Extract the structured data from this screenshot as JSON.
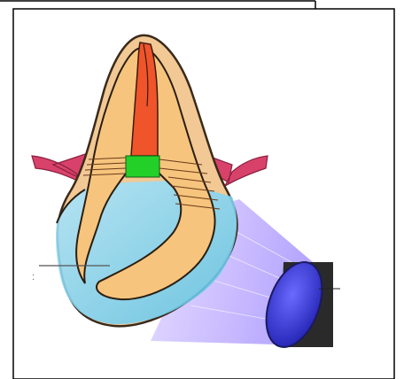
{
  "figure": {
    "subject": "tooth-cross-section-with-light-curing",
    "parts": {
      "enamel": "enamel-layer",
      "dentin": "dentin-layer",
      "pulp": "pulp-chamber",
      "restoration_band": "restoration-band",
      "cavity_fill": "light-cured-fill",
      "gingiva_left": "gum-tissue-left",
      "gingiva_right": "gum-tissue-right",
      "light_beam": "curing-light-beam",
      "light_source": "curing-light-tip",
      "pointer_line": "label-leader-line"
    },
    "colors": {
      "enamel": "#f2c894",
      "enamel_outline": "#3a2a1a",
      "dentin": "#f6c47c",
      "pulp": "#f0542a",
      "band": "#22d028",
      "fill": "#7fd3f0",
      "gum": "#d8426a",
      "beam": "#b7a4ff",
      "lens": "#3333cc",
      "housing": "#2a2a2a"
    }
  }
}
